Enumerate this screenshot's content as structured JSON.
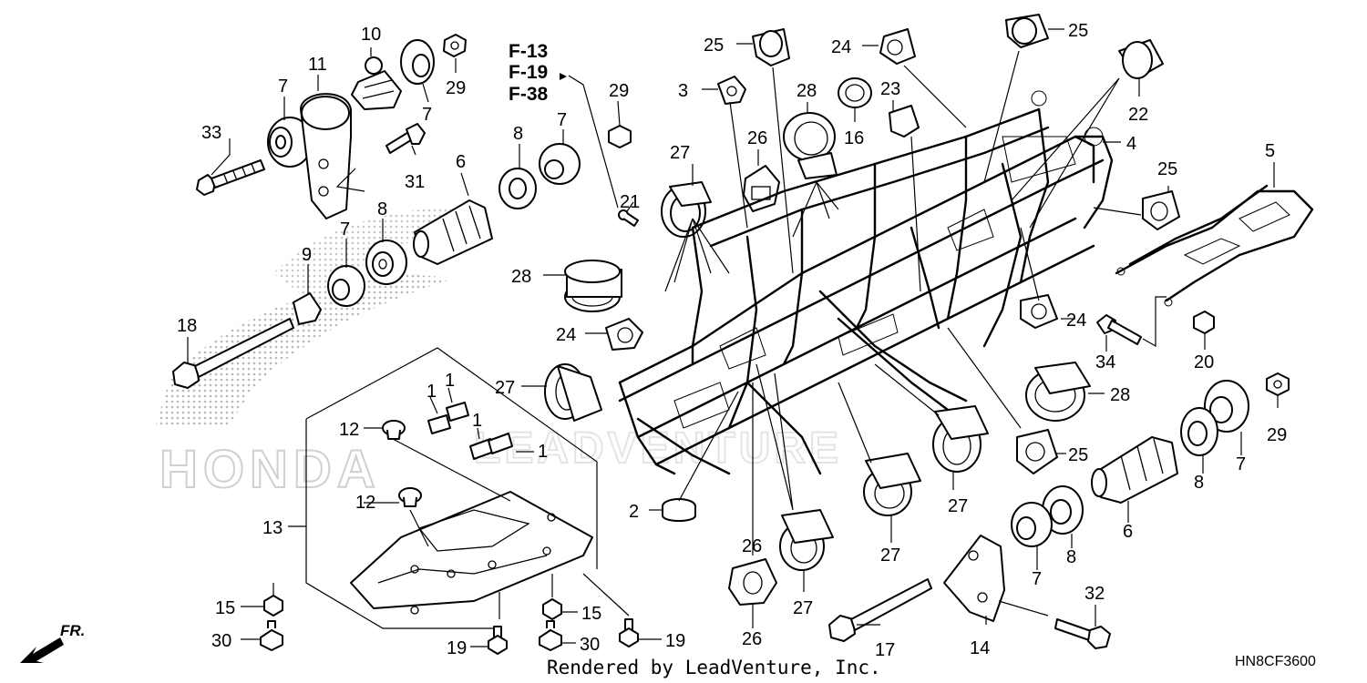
{
  "diagram": {
    "watermark_text": "HONDA",
    "watermark_secondary": "LEADVENTURE",
    "footer": "Rendered by LeadVenture, Inc.",
    "diagram_code": "HN8CF3600",
    "front_indicator": "FR.",
    "fig_refs": [
      "F-13",
      "F-19",
      "F-38"
    ],
    "callouts": {
      "c1a": "1",
      "c1b": "1",
      "c1c": "1",
      "c1d": "1",
      "c2": "2",
      "c3": "3",
      "c4": "4",
      "c5": "5",
      "c6a": "6",
      "c6b": "6",
      "c7a": "7",
      "c7b": "7",
      "c7c": "7",
      "c7d": "7",
      "c7e": "7",
      "c7f": "7",
      "c8a": "8",
      "c8b": "8",
      "c8c": "8",
      "c8d": "8",
      "c9": "9",
      "c10": "10",
      "c11": "11",
      "c12a": "12",
      "c12b": "12",
      "c13": "13",
      "c14": "14",
      "c15a": "15",
      "c15b": "15",
      "c16": "16",
      "c17": "17",
      "c18": "18",
      "c19a": "19",
      "c19b": "19",
      "c20": "20",
      "c21": "21",
      "c22": "22",
      "c23": "23",
      "c24a": "24",
      "c24b": "24",
      "c24c": "24",
      "c25a": "25",
      "c25b": "25",
      "c25c": "25",
      "c25d": "25",
      "c26a": "26",
      "c26b": "26",
      "c26c": "26",
      "c27a": "27",
      "c27b": "27",
      "c27c": "27",
      "c27d": "27",
      "c27e": "27",
      "c28a": "28",
      "c28b": "28",
      "c28c": "28",
      "c29a": "29",
      "c29b": "29",
      "c29c": "29",
      "c30a": "30",
      "c30b": "30",
      "c31": "31",
      "c32": "32",
      "c33": "33",
      "c34": "34"
    }
  }
}
